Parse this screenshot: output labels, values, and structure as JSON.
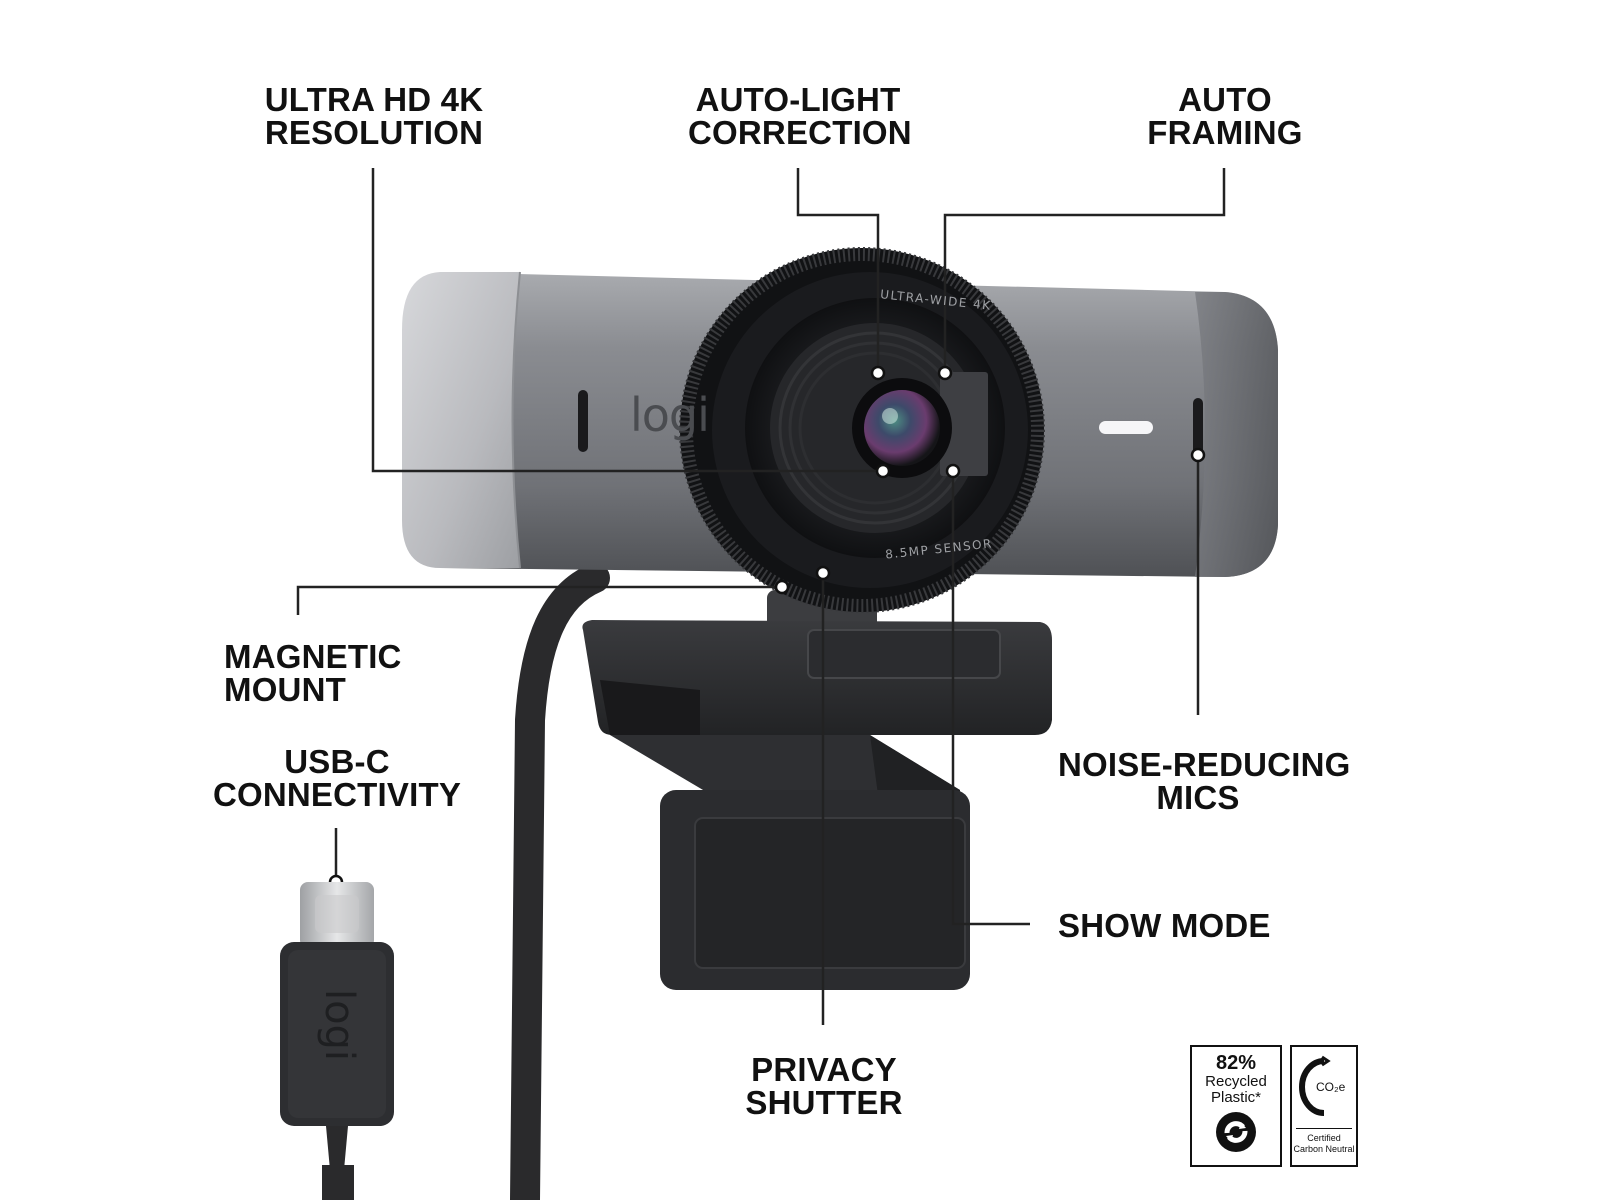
{
  "callouts": {
    "ultra_hd": [
      "ULTRA HD 4K",
      "RESOLUTION"
    ],
    "auto_light": [
      "AUTO-LIGHT",
      "CORRECTION"
    ],
    "auto_framing": [
      "AUTO",
      "FRAMING"
    ],
    "magnetic_mount": [
      "MAGNETIC",
      "MOUNT"
    ],
    "usb_c": [
      "USB-C",
      "CONNECTIVITY"
    ],
    "noise_mics": [
      "NOISE-REDUCING",
      "MICS"
    ],
    "show_mode": [
      "SHOW MODE"
    ],
    "privacy_shutter": [
      "PRIVACY",
      "SHUTTER"
    ]
  },
  "camera": {
    "brand_logo": "logi",
    "lens_ring_top": "ULTRA-WIDE 4K",
    "lens_ring_bottom": "8.5MP SENSOR",
    "cable_logo": "logi"
  },
  "badges": {
    "recycled": {
      "percent": "82%",
      "line1": "Recycled",
      "line2": "Plastic*"
    },
    "carbon": {
      "co2": "CO₂e",
      "line1": "Certified",
      "line2": "Carbon Neutral"
    }
  },
  "colors": {
    "body": "#7d7f84",
    "lens": "#1c1d20",
    "mount": "#2b2c2f",
    "cable": "#2a2a2c",
    "callout_line": "#222222"
  }
}
